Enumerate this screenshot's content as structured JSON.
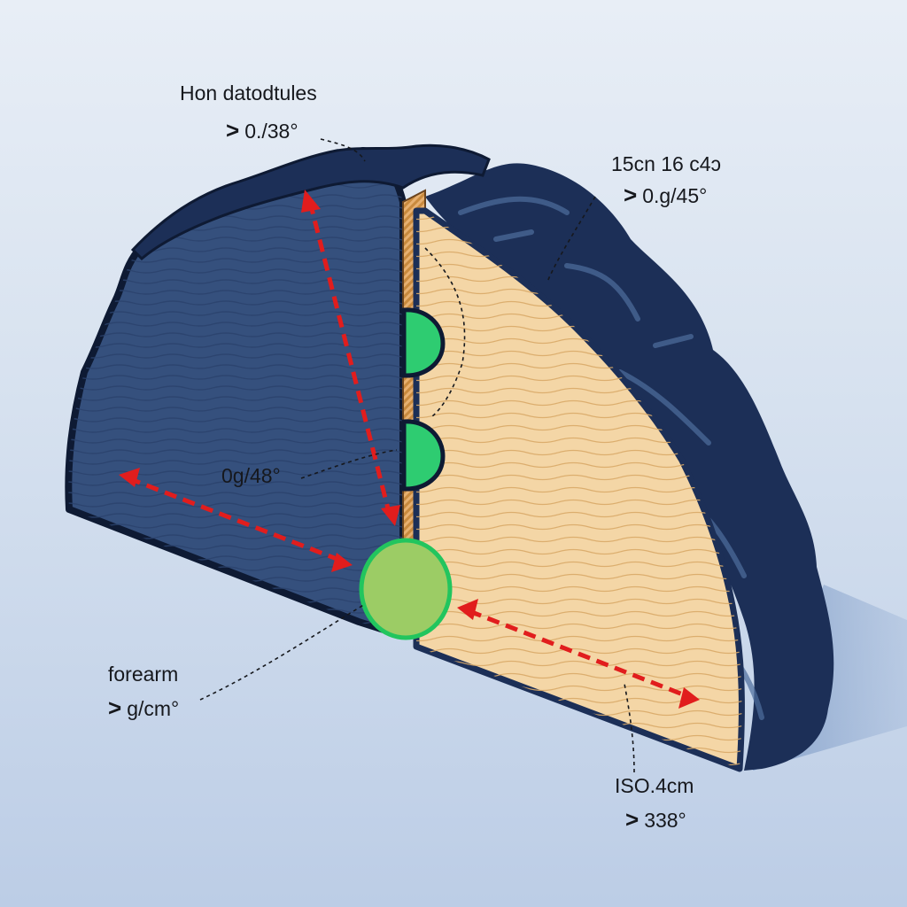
{
  "colors": {
    "background_top": "#e8eef6",
    "background_bottom": "#bccde6",
    "dark_face": "#35507d",
    "bark": "#1c2f57",
    "wood_face": "#f4d6a6",
    "green_marker": "#2ecc71",
    "measure_arrow": "#e11d1d"
  },
  "labels": {
    "top_left": {
      "title": "Hon datodtules",
      "value": "0./38°"
    },
    "top_right": {
      "title": "15cn  16 c4ɔ",
      "value": "0.g/45°"
    },
    "center": {
      "value": "0g/48°"
    },
    "bottom_left": {
      "title": "forearm",
      "value": "g/cm°"
    },
    "bottom_right": {
      "title": "ISO.4cm",
      "value": "338°"
    }
  },
  "icons": {
    "pointer": "chevron-right-icon"
  }
}
